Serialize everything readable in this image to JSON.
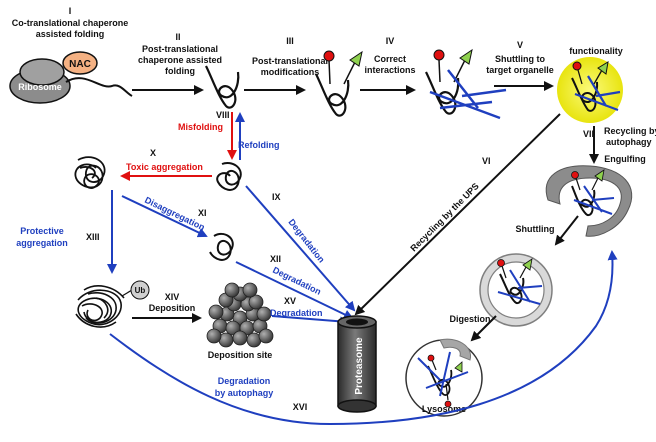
{
  "colors": {
    "black": "#111111",
    "blue": "#1f3fbf",
    "red": "#e01010",
    "yellow": "#f2ef1a",
    "nac": "#f4b183",
    "ribosome": "#8c8c8c",
    "lysosome_wall": "#a6a6a6",
    "proteasome": "#555555",
    "cluster": "#6e6e6e"
  },
  "steps": {
    "s1": {
      "num": "I",
      "line1": "Co-translational chaperone",
      "line2": "assisted folding"
    },
    "s2": {
      "num": "II",
      "line1": "Post-translational",
      "line2": "chaperone assisted",
      "line3": "folding"
    },
    "s3": {
      "num": "III",
      "line1": "Post-translational",
      "line2": "modifications"
    },
    "s4": {
      "num": "IV",
      "line1": "Correct",
      "line2": "interactions"
    },
    "s5": {
      "num": "V",
      "line1": "Shuttling to",
      "line2": "target organelle"
    },
    "s6": {
      "num": "VI",
      "label": "Recycling by the UPS"
    },
    "s7": {
      "num": "VII",
      "line1": "Recycling by",
      "line2": "autophagy"
    },
    "s8": {
      "num": "VIII",
      "label": "Misfolding"
    },
    "s9": {
      "num": "IX",
      "label": "Degradation"
    },
    "s10": {
      "num": "X",
      "label": "Toxic aggregation"
    },
    "s11": {
      "num": "XI",
      "label": "Disaggregation"
    },
    "s12": {
      "num": "XII",
      "label": "Degradation"
    },
    "s13": {
      "num": "XIII",
      "line1": "Protective",
      "line2": "aggregation"
    },
    "s14": {
      "num": "XIV",
      "label": "Deposition"
    },
    "s15": {
      "num": "XV",
      "label": "Degradation"
    },
    "s16": {
      "num": "XVI",
      "line1": "Degradation",
      "line2": "by autophagy"
    }
  },
  "labels": {
    "ribosome": "Ribosome",
    "nac": "NAC",
    "functionality": "functionality",
    "refolding": "Refolding",
    "engulfing": "Engulfing",
    "shuttling": "Shuttling",
    "digestion": "Digestion",
    "lysosome": "Lysosome",
    "deposition_site": "Deposition site",
    "proteasome": "Proteasome",
    "ub": "Ub"
  }
}
